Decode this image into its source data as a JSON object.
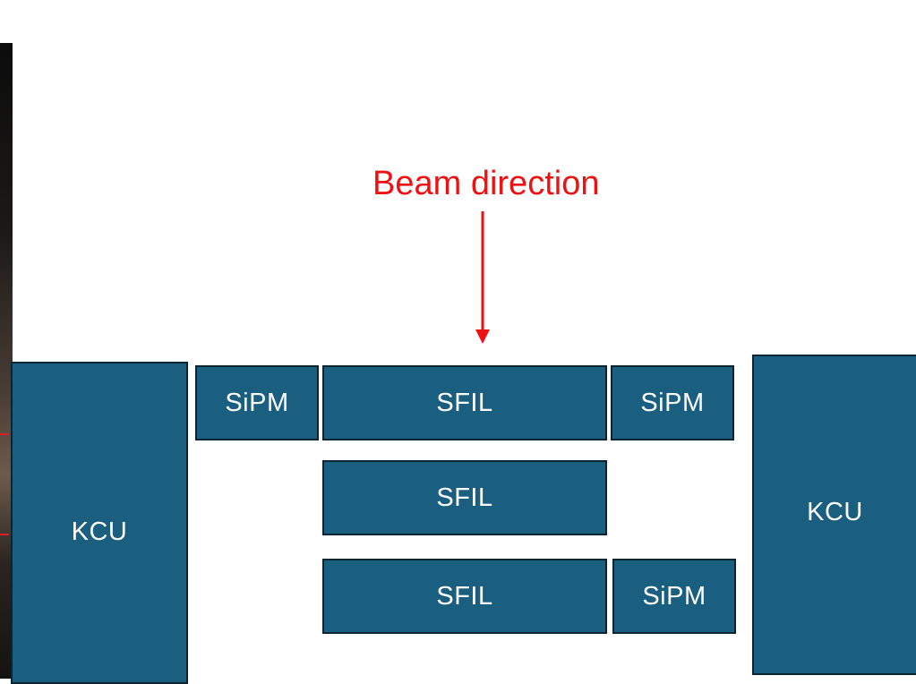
{
  "diagram": {
    "beam_label": "Beam direction",
    "blocks": {
      "kcu_left": "KCU",
      "kcu_right": "KCU",
      "sipm_top_left": "SiPM",
      "sfil_top": "SFIL",
      "sipm_top_right": "SiPM",
      "sfil_middle": "SFIL",
      "sfil_bottom": "SFIL",
      "sipm_bottom_right": "SiPM"
    }
  },
  "colors": {
    "block_fill": "#1a5f80",
    "block_border": "#0c2531",
    "block_text": "#ffffff",
    "beam_accent": "#ee1111",
    "background": "#ffffff"
  }
}
